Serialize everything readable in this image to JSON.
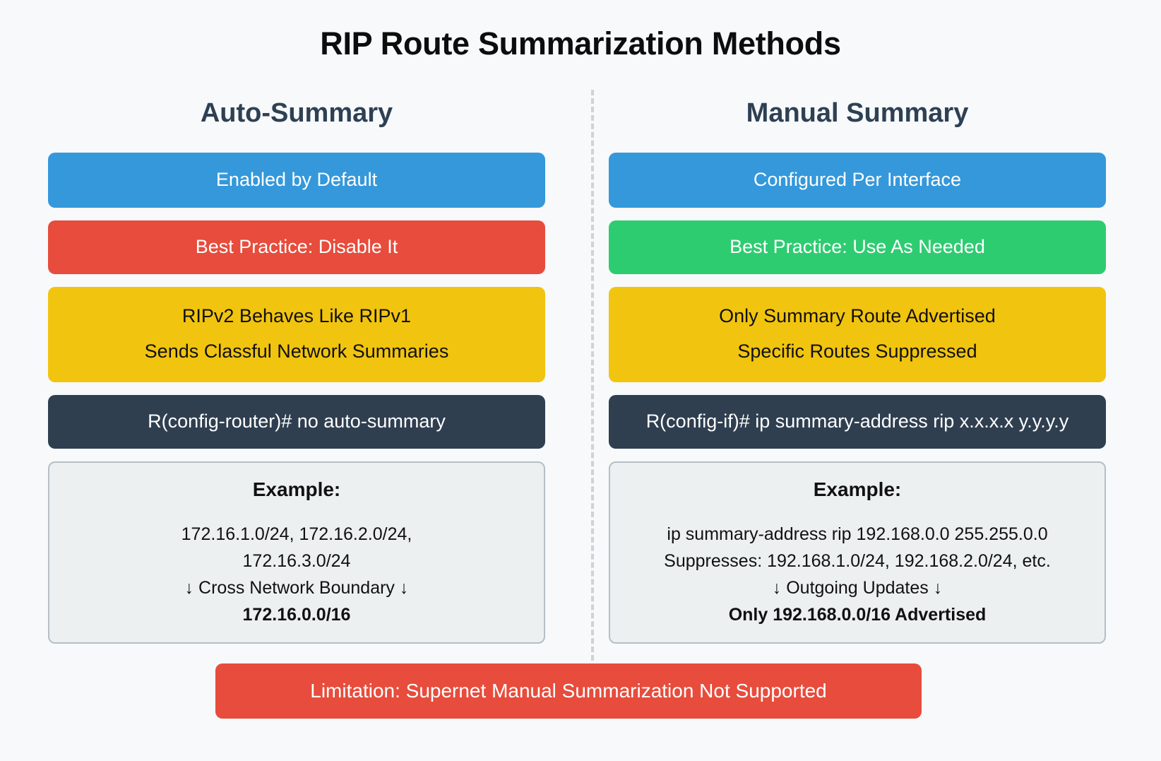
{
  "page": {
    "title": "RIP Route Summarization Methods",
    "background_color": "#f7f9fb"
  },
  "colors": {
    "blue": "#3498db",
    "red": "#e74c3c",
    "green": "#2ecc71",
    "yellow": "#f1c40f",
    "dark": "#2f3f50",
    "example_bg": "#ecf0f1",
    "heading": "#2e4053",
    "divider": "#cfd3d6"
  },
  "columns": {
    "left": {
      "heading": "Auto-Summary",
      "boxes": [
        {
          "style": "blue",
          "lines": [
            "Enabled by Default"
          ]
        },
        {
          "style": "red",
          "lines": [
            "Best Practice: Disable It"
          ]
        },
        {
          "style": "yellow",
          "lines": [
            "RIPv2 Behaves Like RIPv1",
            "Sends Classful Network Summaries"
          ]
        },
        {
          "style": "dark",
          "lines": [
            "R(config-router)# no auto-summary"
          ]
        }
      ],
      "example": {
        "title": "Example:",
        "lines": [
          "172.16.1.0/24, 172.16.2.0/24,",
          "172.16.3.0/24",
          "↓ Cross Network Boundary ↓"
        ],
        "result": "172.16.0.0/16"
      }
    },
    "right": {
      "heading": "Manual Summary",
      "boxes": [
        {
          "style": "blue",
          "lines": [
            "Configured Per Interface"
          ]
        },
        {
          "style": "green",
          "lines": [
            "Best Practice: Use As Needed"
          ]
        },
        {
          "style": "yellow",
          "lines": [
            "Only Summary Route Advertised",
            "Specific Routes Suppressed"
          ]
        },
        {
          "style": "dark",
          "lines": [
            "R(config-if)# ip summary-address rip x.x.x.x y.y.y.y"
          ]
        }
      ],
      "example": {
        "title": "Example:",
        "lines": [
          "ip summary-address rip 192.168.0.0 255.255.0.0",
          "Suppresses: 192.168.1.0/24, 192.168.2.0/24, etc.",
          "↓ Outgoing Updates ↓"
        ],
        "result": "Only 192.168.0.0/16 Advertised"
      }
    }
  },
  "footer": {
    "text": "Limitation: Supernet Manual Summarization Not Supported"
  }
}
